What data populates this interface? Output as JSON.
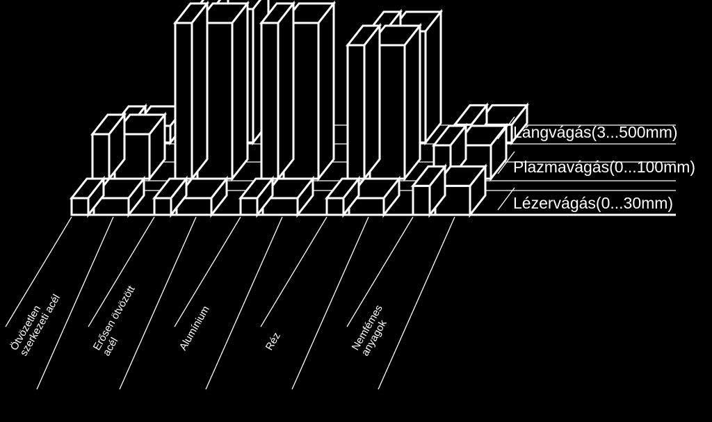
{
  "chart_data": {
    "type": "bar",
    "categories": [
      [
        "Ötvözetlen",
        "szerkezeti acél"
      ],
      [
        "Erősen ötvözött",
        "acél"
      ],
      [
        "Alumínium"
      ],
      [
        "Réz"
      ],
      [
        "Nemfémes",
        "anyagok"
      ]
    ],
    "series": [
      {
        "name": "Lézervágás(0...30mm)",
        "values": [
          30,
          20,
          15,
          10,
          130
        ]
      },
      {
        "name": "Plazmavágás(0...100mm)",
        "values": [
          200,
          700,
          700,
          600,
          150
        ]
      },
      {
        "name": "Lángvágás(3...500mm)",
        "values": [
          35,
          600,
          0,
          500,
          80
        ]
      }
    ],
    "unit": "mm",
    "legend": "right",
    "grid": false,
    "style": "3d-wireframe-bars",
    "colors": {
      "background": "#000000",
      "stroke": "#ffffff"
    }
  }
}
